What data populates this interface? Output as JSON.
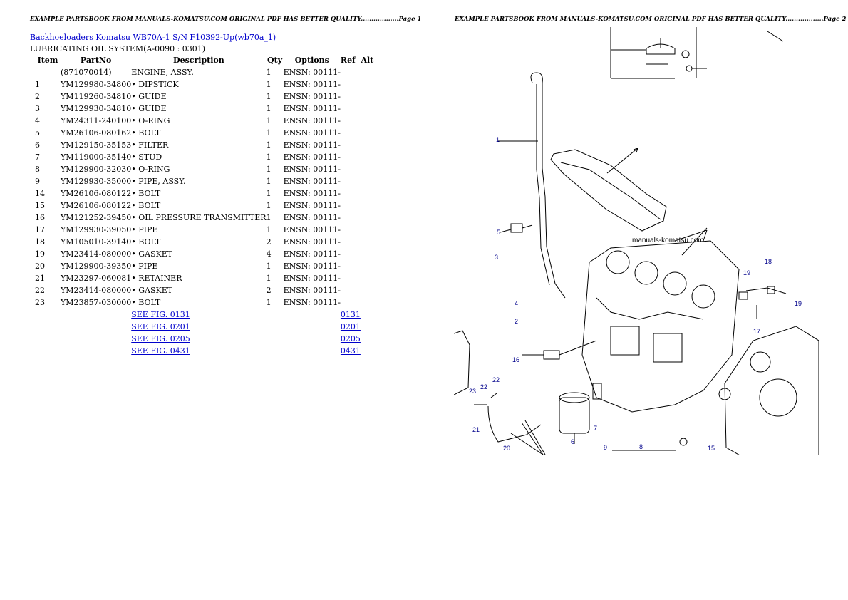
{
  "header_left": "EXAMPLE PARTSBOOK FROM MANUALS-KOMATSU.COM ORIGINAL PDF HAS BETTER QUALITY..................Page 1",
  "header_right": "EXAMPLE PARTSBOOK FROM MANUALS-KOMATSU.COM ORIGINAL PDF HAS BETTER QUALITY..................Page 2",
  "breadcrumb": {
    "link1": "Backhoeloaders Komatsu",
    "link2": "WB70A-1 S/N F10392-Up(wb70a_1)"
  },
  "section_title": "LUBRICATING OIL SYSTEM(A-0090 : 0301)",
  "columns": {
    "item": "Item",
    "partno": "PartNo",
    "description": "Description",
    "qty": "Qty",
    "options": "Options",
    "ref": "Ref",
    "alt": "Alt"
  },
  "rows": [
    {
      "item": "",
      "partno": "(871070014)",
      "description": "ENGINE, ASSY.",
      "qty": "1",
      "options": "ENSN: 00111-"
    },
    {
      "item": "1",
      "partno": "YM129980-34800",
      "description": "• DIPSTICK",
      "qty": "1",
      "options": "ENSN: 00111-"
    },
    {
      "item": "2",
      "partno": "YM119260-34810",
      "description": "• GUIDE",
      "qty": "1",
      "options": "ENSN: 00111-"
    },
    {
      "item": "3",
      "partno": "YM129930-34810",
      "description": "• GUIDE",
      "qty": "1",
      "options": "ENSN: 00111-"
    },
    {
      "item": "4",
      "partno": "YM24311-240100",
      "description": "• O-RING",
      "qty": "1",
      "options": "ENSN: 00111-"
    },
    {
      "item": "5",
      "partno": "YM26106-080162",
      "description": "• BOLT",
      "qty": "1",
      "options": "ENSN: 00111-"
    },
    {
      "item": "6",
      "partno": "YM129150-35153",
      "description": "• FILTER",
      "qty": "1",
      "options": "ENSN: 00111-"
    },
    {
      "item": "7",
      "partno": "YM119000-35140",
      "description": "• STUD",
      "qty": "1",
      "options": "ENSN: 00111-"
    },
    {
      "item": "8",
      "partno": "YM129900-32030",
      "description": "• O-RING",
      "qty": "1",
      "options": "ENSN: 00111-"
    },
    {
      "item": "9",
      "partno": "YM129930-35000",
      "description": "• PIPE, ASSY.",
      "qty": "1",
      "options": "ENSN: 00111-"
    },
    {
      "item": "14",
      "partno": "YM26106-080122",
      "description": "• BOLT",
      "qty": "1",
      "options": "ENSN: 00111-"
    },
    {
      "item": "15",
      "partno": "YM26106-080122",
      "description": "• BOLT",
      "qty": "1",
      "options": "ENSN: 00111-"
    },
    {
      "item": "16",
      "partno": "YM121252-39450",
      "description": "• OIL PRESSURE TRANSMITTER",
      "qty": "1",
      "options": "ENSN: 00111-"
    },
    {
      "item": "17",
      "partno": "YM129930-39050",
      "description": "• PIPE",
      "qty": "1",
      "options": "ENSN: 00111-"
    },
    {
      "item": "18",
      "partno": "YM105010-39140",
      "description": "• BOLT",
      "qty": "2",
      "options": "ENSN: 00111-"
    },
    {
      "item": "19",
      "partno": "YM23414-080000",
      "description": "• GASKET",
      "qty": "4",
      "options": "ENSN: 00111-"
    },
    {
      "item": "20",
      "partno": "YM129900-39350",
      "description": "• PIPE",
      "qty": "1",
      "options": "ENSN: 00111-"
    },
    {
      "item": "21",
      "partno": "YM23297-060081",
      "description": "• RETAINER",
      "qty": "1",
      "options": "ENSN: 00111-"
    },
    {
      "item": "22",
      "partno": "YM23414-080000",
      "description": "• GASKET",
      "qty": "2",
      "options": "ENSN: 00111-"
    },
    {
      "item": "23",
      "partno": "YM23857-030000",
      "description": "• BOLT",
      "qty": "1",
      "options": "ENSN: 00111-"
    }
  ],
  "see_fig": [
    {
      "label": "SEE FIG. 0131",
      "ref": "0131"
    },
    {
      "label": "SEE FIG. 0201",
      "ref": "0201"
    },
    {
      "label": "SEE FIG. 0205",
      "ref": "0205"
    },
    {
      "label": "SEE FIG. 0431",
      "ref": "0431"
    }
  ],
  "diagram": {
    "watermark": "manuals-komatsu.com",
    "callouts": [
      "1",
      "3",
      "5",
      "4",
      "2",
      "16",
      "22",
      "22",
      "23",
      "21",
      "20",
      "6",
      "7",
      "8",
      "9",
      "15",
      "17",
      "18",
      "19",
      "19"
    ]
  }
}
